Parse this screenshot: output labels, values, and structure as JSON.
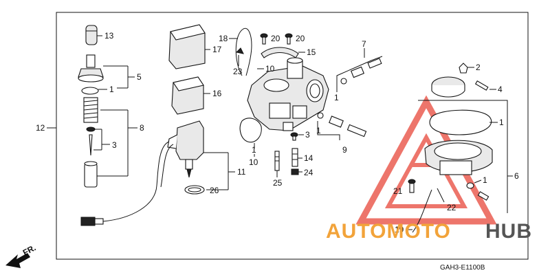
{
  "diagram": {
    "catalog_code": "GAH3-E1100B",
    "direction_label": "FR.",
    "watermark": {
      "text_orange": "AUTOMOTO",
      "text_dark": "HUB",
      "colors": {
        "orange": "#f2a33a",
        "dark": "#555555",
        "triangle": "#e8473a"
      }
    },
    "callouts": {
      "n1a": "1",
      "n1b": "1",
      "n1c": "1",
      "n1d": "1",
      "n1e": "1",
      "n1f": "1",
      "n2": "2",
      "n3a": "3",
      "n3b": "3",
      "n4": "4",
      "n5": "5",
      "n6": "6",
      "n7": "7",
      "n8": "8",
      "n9": "9",
      "n10a": "10",
      "n10b": "10",
      "n11": "11",
      "n12": "12",
      "n13": "13",
      "n14": "14",
      "n15": "15",
      "n16": "16",
      "n17": "17",
      "n18": "18",
      "n19": "19",
      "n20a": "20",
      "n20b": "20",
      "n21": "21",
      "n22": "22",
      "n23": "23",
      "n24": "24",
      "n25": "25",
      "n26": "26"
    }
  }
}
